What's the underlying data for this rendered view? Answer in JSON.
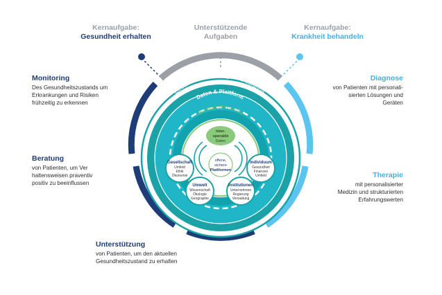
{
  "headers": {
    "left": {
      "kicker": "Kernaufgabe:",
      "title": "Gesundheit erhalten"
    },
    "center": {
      "line1": "Unterstützende",
      "line2": "Aufgaben"
    },
    "right": {
      "kicker": "Kernaufgabe:",
      "title": "Krankheit behandeln"
    }
  },
  "left_items": [
    {
      "title": "Monitoring",
      "desc": "Des Gesundheitszustands um\nErkrankungen und Risiken\nfrühzeitig zu erkennen"
    },
    {
      "title": "Beratung",
      "desc": "von Patienten, um Ver\nhaltensweisen praventiv\npositiv zu beeinflussen"
    },
    {
      "title": "Unterstützung",
      "desc": "von Patienten, um den aktuellen\nGesundheitszustand zu erhalten"
    }
  ],
  "right_items": [
    {
      "title": "Diagnose",
      "desc": "von Patienten mit personali-\nsierten Lösungen und\nGeräten"
    },
    {
      "title": "Therapie",
      "desc": "mit personalisierter\nMedizin und strukturierten\nErfahrungswerten"
    }
  ],
  "rings": {
    "outer": "Systemgrundlagen",
    "middle": "Gesundheitserhaltung & Versorgung",
    "inner": "Daten & Plattform",
    "core": "Mündige Verbraucher"
  },
  "center_node": {
    "line1": "Inter-",
    "line2": "operable",
    "line3": "Daten"
  },
  "hub": {
    "line1": "offene,",
    "line2": "sichere",
    "line3": "Plattformen"
  },
  "nodes": [
    {
      "title": "Gesellschaft",
      "lines": [
        "Umfeld",
        "Ethik",
        "Ökonomie"
      ]
    },
    {
      "title": "Individuum",
      "lines": [
        "Gesundheit",
        "Finanzen",
        "Umfeld"
      ]
    },
    {
      "title": "Umwelt",
      "lines": [
        "Wissenschaft",
        "Ökologie",
        "Geographie"
      ]
    },
    {
      "title": "Institutionen",
      "lines": [
        "Unternehmen",
        "Regierung",
        "Verwaltung"
      ]
    }
  ],
  "colors": {
    "navy": "#1d3c78",
    "light_blue": "#5bc4ef",
    "teal": "#1aa2a6",
    "cyan": "#21b6c7",
    "green": "#8bc97d",
    "grey": "#9aa0a6"
  }
}
